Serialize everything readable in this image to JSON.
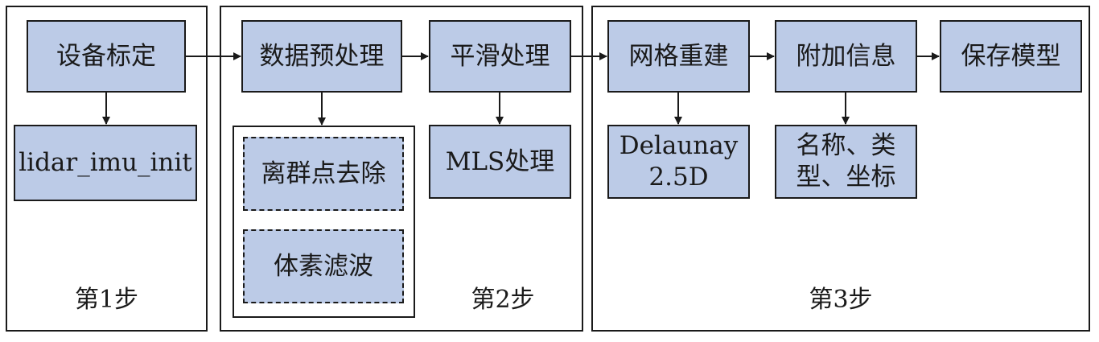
{
  "colors": {
    "box_fill": "#bccbe7",
    "line": "#1a1a1a"
  },
  "step1": {
    "label": "第1步",
    "calibration": "设备标定",
    "init": "lidar_imu_init"
  },
  "step2": {
    "label": "第2步",
    "preprocess": "数据预处理",
    "outlier_removal": "离群点去除",
    "voxel_filter": "体素滤波",
    "smoothing": "平滑处理",
    "mls": "MLS处理"
  },
  "step3": {
    "label": "第3步",
    "mesh": "网格重建",
    "delaunay": "Delaunay\n2.5D",
    "extra_info": "附加信息",
    "attributes": "名称、类\n型、坐标",
    "save": "保存模型"
  }
}
